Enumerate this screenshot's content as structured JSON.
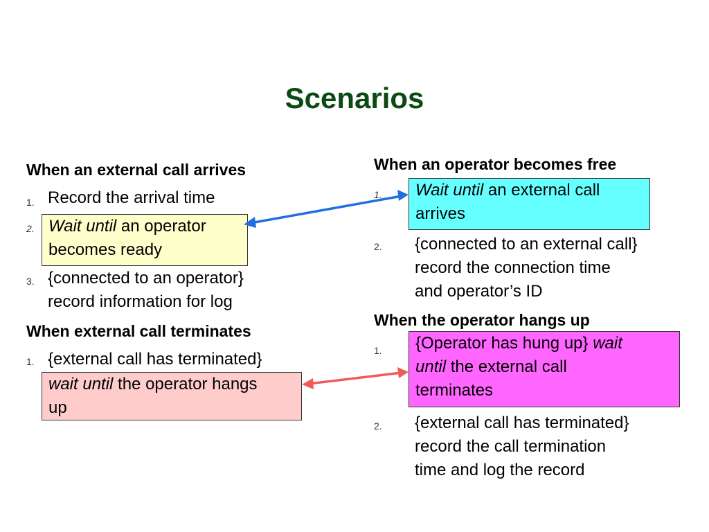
{
  "title": "Scenarios",
  "left": {
    "heading1": "When an external call arrives",
    "items1": [
      {
        "num": "1.",
        "text": "Record the arrival time"
      },
      {
        "num": "2.",
        "em": "Wait until",
        "line1_rest": " an operator",
        "line2": "becomes ready"
      },
      {
        "num": "3.",
        "line1": "{connected to an operator}",
        "line2": "record information for log"
      }
    ],
    "heading2": "When external call terminates",
    "items2": [
      {
        "num": "1.",
        "line1": "{external call has terminated}",
        "em": "wait until",
        "line2_rest": " the operator hangs",
        "line3": "up"
      }
    ]
  },
  "right": {
    "heading1": "When an operator becomes free",
    "items1": [
      {
        "num": "1.",
        "em": "Wait until",
        "line1_rest": " an external call",
        "line2": "arrives"
      },
      {
        "num": "2.",
        "line1": "{connected to an external call}",
        "line2": "record the connection time",
        "line3": "and operator’s ID"
      }
    ],
    "heading2": "When the operator hangs up",
    "items2": [
      {
        "num": "1.",
        "line1_a": "{Operator has hung up} ",
        "em1": "wait",
        "em2": "until",
        "line2_rest": " the external call",
        "line3": "terminates"
      },
      {
        "num": "2.",
        "line1": "{external call has terminated}",
        "line2": "record the call termination",
        "line3": "time and log the record"
      }
    ]
  },
  "colors": {
    "title": "#0b4a12",
    "box_yellow": "#ffffcc",
    "box_cyan": "#66ffff",
    "box_pink": "#ffcccc",
    "box_magenta": "#ff66ff",
    "arrow_blue": "#1f6fe0",
    "arrow_red": "#f05a5a"
  }
}
